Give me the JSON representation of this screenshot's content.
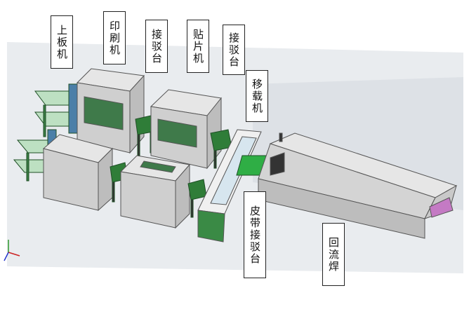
{
  "diagram": {
    "labels": {
      "loader": "上板机",
      "printer": "印刷机",
      "conveyor_1": "接驳台",
      "placement": "贴片机",
      "conveyor_2": "接驳台",
      "shuttle": "移载机",
      "belt_conveyor": "皮带接驳台",
      "reflow": "回流焊"
    },
    "colors": {
      "machine_top": "#e6e6e6",
      "machine_side": "#bdbdbd",
      "machine_front": "#cfcfcf",
      "window": "#3f7a4a",
      "rail": "#2f7d38",
      "belt_panel": "#2fae45",
      "reflow_purple": "#c47ac4",
      "backdrop": "#d9dde3"
    }
  }
}
